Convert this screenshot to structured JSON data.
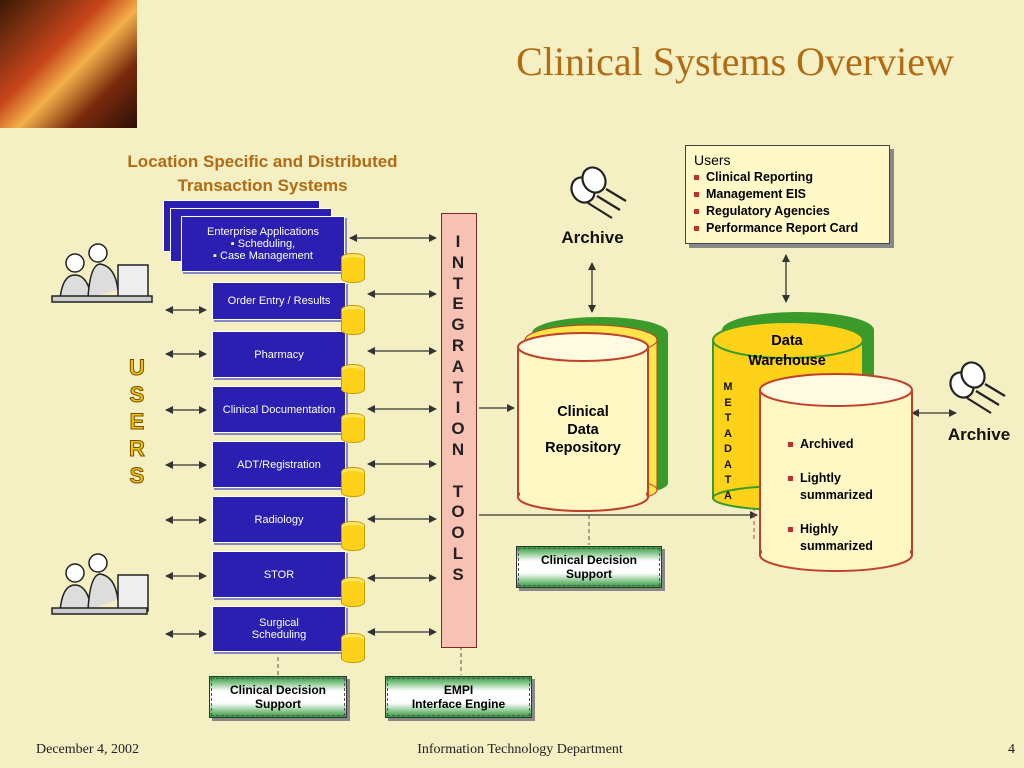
{
  "title": "Clinical Systems Overview",
  "corner_image": "photo",
  "left_heading": [
    "Location Specific and Distributed",
    "Transaction Systems"
  ],
  "users_label": [
    "U",
    "S",
    "E",
    "R",
    "S"
  ],
  "enterprise_apps": {
    "line1": "Enterprise Applications",
    "line2": "Scheduling,",
    "line3": "Case Management"
  },
  "apps": [
    "Order Entry / Results",
    "Pharmacy",
    "Clinical Documentation",
    "ADT/Registration",
    "Radiology",
    "STOR",
    "Surgical Scheduling"
  ],
  "integration_letters": [
    "I",
    "N",
    "T",
    "E",
    "G",
    "R",
    "A",
    "T",
    "I",
    "O",
    "N",
    "",
    "T",
    "O",
    "O",
    "L",
    "S"
  ],
  "clinical_decision_bottom": [
    "Clinical Decision",
    "Support"
  ],
  "empi": [
    "EMPI",
    "Interface Engine"
  ],
  "clinical_decision_mid": [
    "Clinical Decision",
    "Support"
  ],
  "archive_1": "Archive",
  "archive_2": "Archive",
  "repository": [
    "Clinical",
    "Data",
    "Repository"
  ],
  "warehouse": [
    "Data",
    "Warehouse"
  ],
  "metadata": [
    "M",
    "E",
    "T",
    "A",
    "D",
    "A",
    "T",
    "A"
  ],
  "users_box": {
    "heading": "Users",
    "items": [
      "Clinical Reporting",
      "Management EIS",
      "Regulatory Agencies",
      "Performance Report Card"
    ]
  },
  "archive_tiers": [
    "Archived",
    "Lightly summarized",
    "Highly summarized"
  ],
  "footer": {
    "date": "December 4, 2002",
    "dept": "Information Technology Department",
    "page": "4"
  },
  "colors": {
    "title": "#b26b12",
    "app_box": "#2a1fb0",
    "can": "#ffd21a",
    "repo_outer": "#3a9b2a",
    "repo_fill": "#ffe54a",
    "repo_front": "#fff8c4",
    "repo_border": "#c0402a",
    "integration": "#f7c2b4"
  }
}
